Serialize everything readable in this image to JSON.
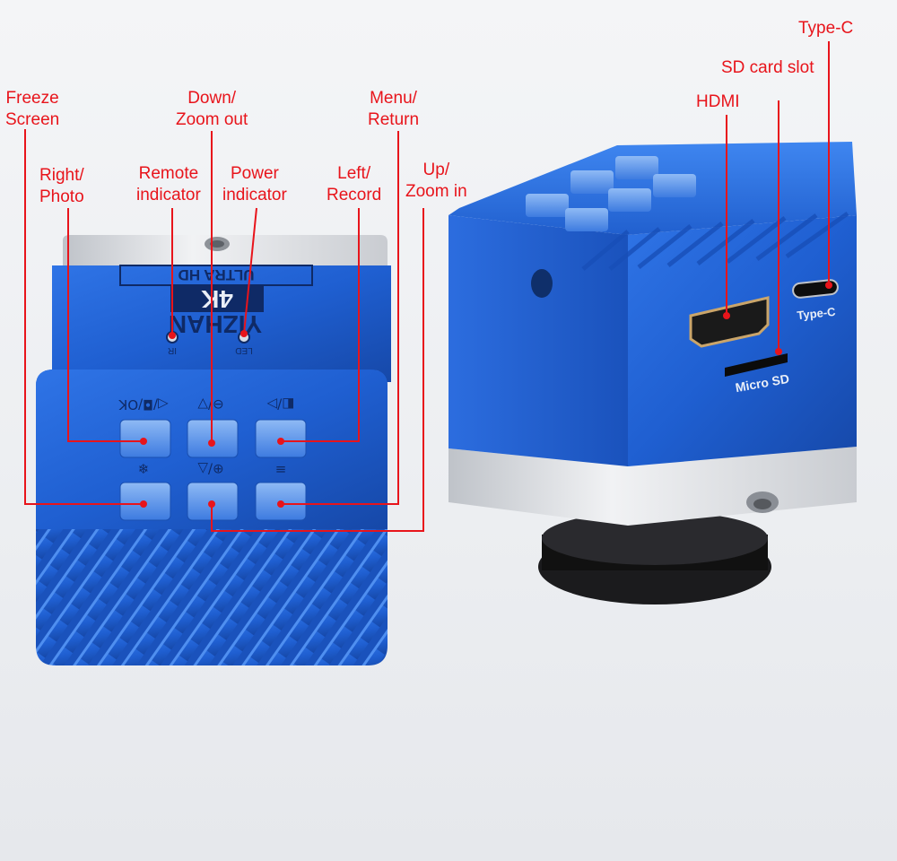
{
  "callouts": {
    "freeze_screen": "Freeze\nScreen",
    "right_photo": "Right/\nPhoto",
    "remote_indicator": "Remote\nindicator",
    "power_indicator": "Power\nindicator",
    "down_zoom_out": "Down/\nZoom out",
    "menu_return": "Menu/\nReturn",
    "left_record": "Left/\nRecord",
    "up_zoom_in": "Up/\nZoom in",
    "hdmi": "HDMI",
    "sd_card_slot": "SD card slot",
    "type_c": "Type-C"
  },
  "device_markings": {
    "brand": "YIZHAN",
    "resolution_badge": "4K",
    "subtitle": "ULTRA HD",
    "ir_label": "IR",
    "led_label": "LED",
    "button_label_right_photo": "◁/◘/OK",
    "button_label_down": "⊖/▽",
    "button_label_left_record": "◧/▷",
    "button_label_freeze": "❄",
    "button_label_up": "⊕/△",
    "button_label_menu": "≡",
    "port_label_type_c": "Type-C",
    "port_label_micro_sd": "Micro SD"
  },
  "colors": {
    "callout_red": "#e8141b",
    "body_blue": "#1e5fd0",
    "silver": "#d6d9de"
  }
}
